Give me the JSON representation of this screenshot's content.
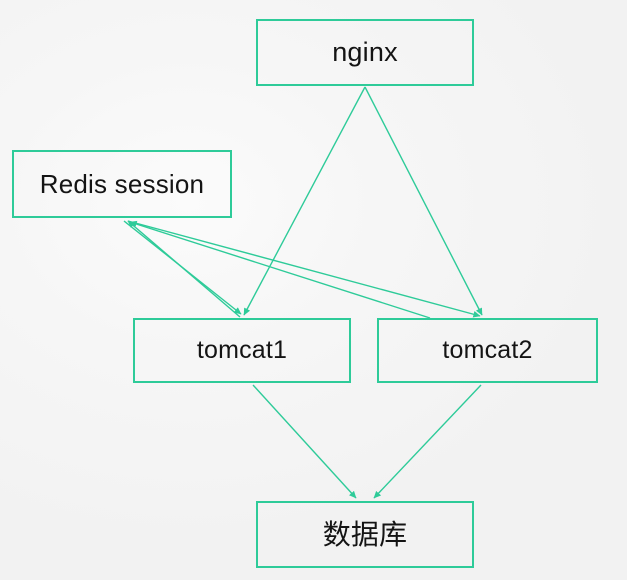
{
  "diagram": {
    "title": "nginx load balancing with tomcat cluster, redis session and database",
    "background_color": "#f4f4f4",
    "stroke_color": "#2ecb99",
    "text_color": "#141414",
    "nodes": [
      {
        "id": "nginx",
        "label": "nginx"
      },
      {
        "id": "redis",
        "label": "Redis session"
      },
      {
        "id": "tomcat1",
        "label": "tomcat1"
      },
      {
        "id": "tomcat2",
        "label": "tomcat2"
      },
      {
        "id": "database",
        "label": "数据库"
      }
    ],
    "edges": [
      {
        "id": "nginx-to-tomcat1",
        "from": "nginx",
        "to": "tomcat1",
        "arrow": "end"
      },
      {
        "id": "nginx-to-tomcat2",
        "from": "nginx",
        "to": "tomcat2",
        "arrow": "end"
      },
      {
        "id": "redis-to-tomcat1",
        "from": "redis",
        "to": "tomcat1",
        "arrow": "end"
      },
      {
        "id": "redis-to-tomcat2",
        "from": "redis",
        "to": "tomcat2",
        "arrow": "end"
      },
      {
        "id": "tomcat1-to-redis",
        "from": "tomcat1",
        "to": "redis",
        "arrow": "end"
      },
      {
        "id": "tomcat2-to-redis",
        "from": "tomcat2",
        "to": "redis",
        "arrow": "end"
      },
      {
        "id": "tomcat1-to-database",
        "from": "tomcat1",
        "to": "database",
        "arrow": "end"
      },
      {
        "id": "tomcat2-to-database",
        "from": "tomcat2",
        "to": "database",
        "arrow": "end"
      }
    ]
  }
}
